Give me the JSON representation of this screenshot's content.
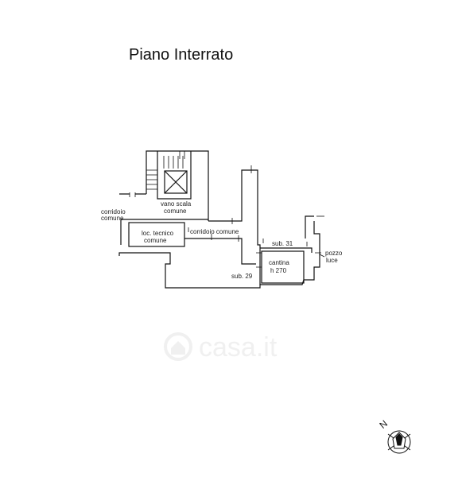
{
  "title": "Piano Interrato",
  "labels": {
    "vano_scala_1": "vano scala",
    "vano_scala_2": "comune",
    "corridoio_left_1": "corridoio",
    "corridoio_left_2": "comune",
    "loc_tecnico_1": "loc. tecnico",
    "loc_tecnico_2": "comune",
    "corridoio_mid": "corridoio comune",
    "sub31": "sub. 31",
    "cantina_1": "cantina",
    "cantina_2": "h 270",
    "sub29": "sub. 29",
    "pozzo_1": "pozzo",
    "pozzo_2": "luce"
  },
  "watermark": "casa.it",
  "north_letter": "N"
}
